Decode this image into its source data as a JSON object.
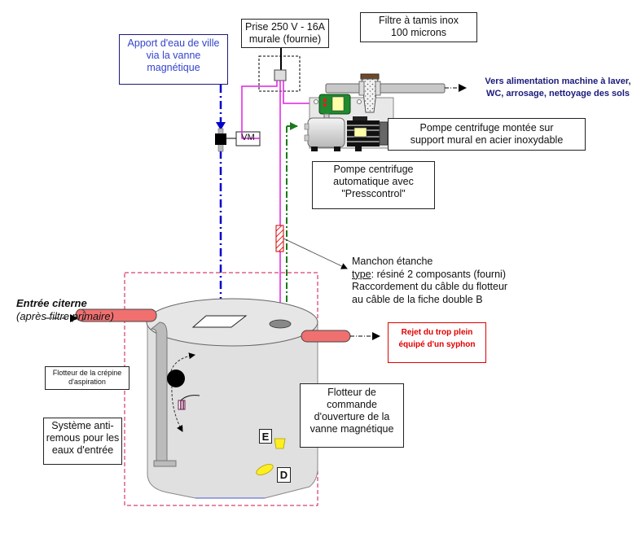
{
  "title": "Schéma d'installation récupération d'eau de pluie",
  "labels": {
    "city_water": [
      "Apport d'eau de ville",
      "via la vanne",
      "magnétique"
    ],
    "outlet": [
      "Prise 250 V - 16A",
      "murale (fournie)"
    ],
    "filter": [
      "Filtre à  tamis inox",
      "100 microns"
    ],
    "supply": [
      "Vers alimentation machine à laver,",
      "WC, arrosage, nettoyage des sols"
    ],
    "pump_mount": [
      "Pompe centrifuge montée sur",
      "support mural en acier inoxydable"
    ],
    "pump_auto": [
      "Pompe centrifuge",
      "automatique avec",
      "\"Presscontrol\""
    ],
    "valve": "VM",
    "sleeve": {
      "line1": "Manchon étanche",
      "type_label": "type",
      "type_value": ": résiné 2 composants (fourni)",
      "line3": "Raccordement du câble du flotteur",
      "line4": "au câble de la fiche double B"
    },
    "inlet": [
      "Entrée citerne",
      "(après filtre primaire)"
    ],
    "overflow": [
      "Rejet du trop plein",
      "équipé d'un syphon"
    ],
    "strainer_float": [
      "Flotteur de la crépine",
      "d'aspiration"
    ],
    "anti_swirl": [
      "Système anti-",
      "remous pour les",
      "eaux d'entrée"
    ],
    "control_float": [
      "Flotteur de",
      "commande",
      "d'ouverture de la",
      "vanne magnétique"
    ],
    "marker_e": "E",
    "marker_d": "D"
  },
  "colors": {
    "city_water_line": "#0000cc",
    "city_water_text": "#3344cc",
    "supply_text": "#1a1a7a",
    "overflow_text": "#e00000",
    "cable": "#e020e0",
    "suction_line": "#1a7a1a",
    "tank_boundary": "#cc1144",
    "pipe_fill": "#f07070",
    "tank_fill": "#e4e4e4",
    "float_fill": "#ffee22"
  }
}
